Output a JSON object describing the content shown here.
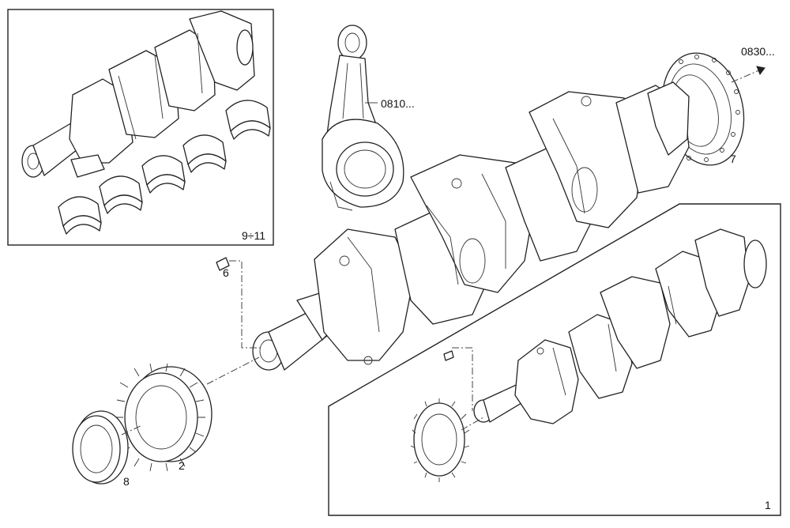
{
  "labels": {
    "conrod_ref": "0810...",
    "flywheel_ref": "0830...",
    "seal_rear": "7",
    "pin": "6",
    "gear": "2",
    "seal_front": "8",
    "assembly": "1",
    "bearings": "9÷11"
  }
}
